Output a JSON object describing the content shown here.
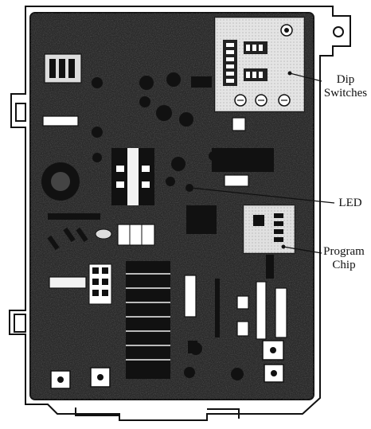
{
  "labels": {
    "dip_switches_line1": "Dip",
    "dip_switches_line2": "Switches",
    "led": "LED",
    "program_chip_line1": "Program",
    "program_chip_line2": "Chip"
  },
  "colors": {
    "board_fill": "#1e1e1e",
    "outline": "#111111",
    "component_fill": "#e8e8e8",
    "background": "#ffffff"
  }
}
